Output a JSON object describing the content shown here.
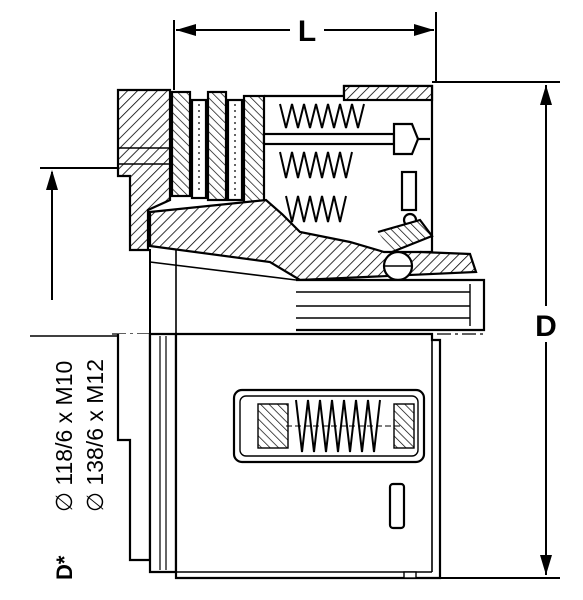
{
  "dimensions": {
    "length_label": "L",
    "diameter_label": "D",
    "bolt_diameter_label": "D*"
  },
  "bolt_patterns": [
    "∅ 118/6 x M10",
    "∅ 138/6 x M12"
  ]
}
